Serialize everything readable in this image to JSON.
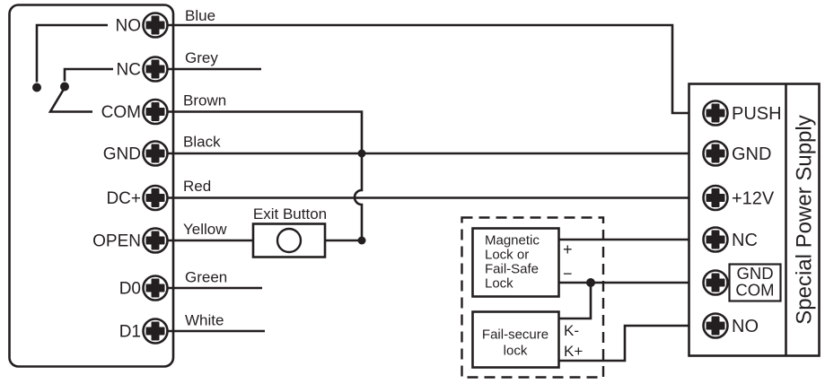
{
  "device": {
    "terminals": [
      {
        "label": "NO",
        "wire_color": "Blue"
      },
      {
        "label": "NC",
        "wire_color": "Grey"
      },
      {
        "label": "COM",
        "wire_color": "Brown"
      },
      {
        "label": "GND",
        "wire_color": "Black"
      },
      {
        "label": "DC+",
        "wire_color": "Red"
      },
      {
        "label": "OPEN",
        "wire_color": "Yellow"
      },
      {
        "label": "D0",
        "wire_color": "Green"
      },
      {
        "label": "D1",
        "wire_color": "White"
      }
    ]
  },
  "exit_button": {
    "label": "Exit Button"
  },
  "power_supply": {
    "name": "Special Power Supply",
    "terminals": {
      "push": "PUSH",
      "gnd": "GND",
      "v12": "+12V",
      "nc": "NC",
      "gnd_com_line1": "GND",
      "gnd_com_line2": "COM",
      "no": "NO"
    }
  },
  "magnetic_lock": {
    "lines": [
      "Magnetic",
      "Lock or",
      "Fail-Safe",
      "Lock"
    ],
    "positive_label": "+",
    "negative_label": "−"
  },
  "fail_secure_lock": {
    "lines": [
      "Fail-secure",
      "lock"
    ],
    "k_minus_label": "K-",
    "k_plus_label": "K+"
  },
  "colors": {
    "ink": "#231f20",
    "background": "#ffffff"
  }
}
